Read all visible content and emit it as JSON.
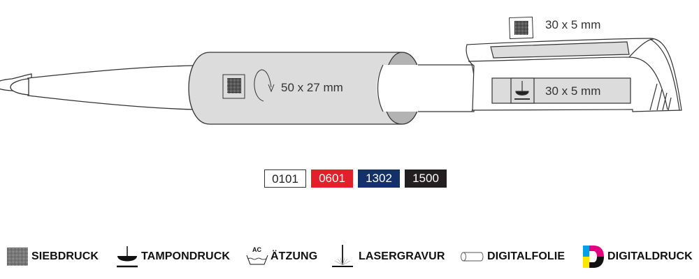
{
  "diagram": {
    "subject": "ballpoint pen print areas",
    "print_areas": [
      {
        "id": "sleeve",
        "label": "50 x 27 mm",
        "method_icon": "siebdruck-icon",
        "rotation_icon": "rotate-arrow-icon"
      },
      {
        "id": "clip-top",
        "label": "30 x 5 mm",
        "method_icon": "siebdruck-icon"
      },
      {
        "id": "clip-side",
        "label": "30 x 5 mm",
        "method_icon": "tampondruck-icon"
      }
    ]
  },
  "colors": [
    {
      "code": "0101",
      "bg": "#ffffff",
      "fg": "#222222",
      "border": "#333333"
    },
    {
      "code": "0601",
      "bg": "#e3202a",
      "fg": "#ffffff",
      "border": "#e3202a"
    },
    {
      "code": "1302",
      "bg": "#14306b",
      "fg": "#ffffff",
      "border": "#14306b"
    },
    {
      "code": "1500",
      "bg": "#231f20",
      "fg": "#ffffff",
      "border": "#231f20"
    }
  ],
  "legend": [
    {
      "icon": "siebdruck-icon",
      "label": "SIEBDRUCK"
    },
    {
      "icon": "tampondruck-icon",
      "label": "TAMPONDRUCK"
    },
    {
      "icon": "aetzung-icon",
      "icon_text": "AC",
      "label": "ÄTZUNG"
    },
    {
      "icon": "lasergravur-icon",
      "label": "LASERGRAVUR"
    },
    {
      "icon": "digitalfolie-icon",
      "label": "DIGITALFOLIE"
    },
    {
      "icon": "digitaldruck-icon",
      "label": "DIGITALDRUCK"
    }
  ],
  "accent_colors": {
    "print_area_fill": "#dcdcdd",
    "sleeve_inner": "#b3b3b4",
    "outline": "#333333"
  }
}
